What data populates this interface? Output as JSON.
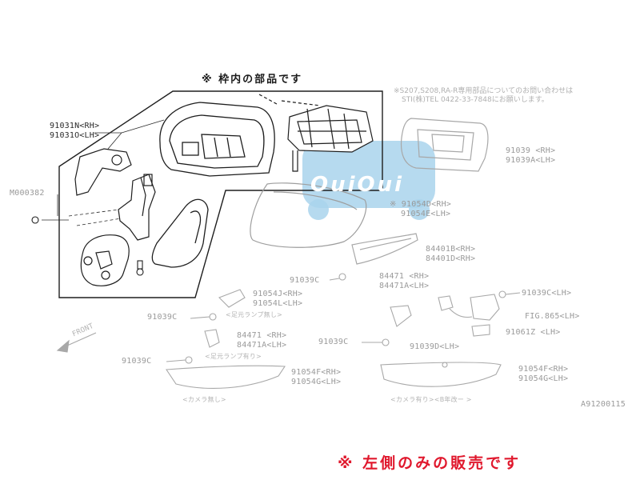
{
  "heading": "※ 枠内の部品です",
  "notice": {
    "text": "※ 左側のみの販売です",
    "color": "#e0182d"
  },
  "note": {
    "line1": "※S207,S208,RA-R専用部品についてのお問い合わせは",
    "line2": "STI(株)TEL 0422-33-7848にお願いします。"
  },
  "watermark": "OuiOui",
  "colors": {
    "line_dark": "#2a2a2a",
    "line_grey": "#a8a8a8",
    "watermark_blue": "#a9d3ec"
  },
  "labels": {
    "p91031n": "91031N<RH>",
    "p91031o": "91031O<LH>",
    "m000382": "M000382",
    "p91039": "91039 <RH>",
    "p91039a": "91039A<LH>",
    "p91054d": "※ 91054D<RH>",
    "p91054e": "91054E<LH>",
    "p84401b": "84401B<RH>",
    "p84401d": "84401D<RH>",
    "p91039c_a": "91039C",
    "p84471_a": "84471 <RH>",
    "p84471a_a": "84471A<LH>",
    "p91039c_lh": "91039C<LH>",
    "p91054j": "91054J<RH>",
    "p91054l": "91054L<LH>",
    "p91039c_b": "91039C",
    "foot_lamp_none": "<足元ランプ無し>",
    "fig865": "FIG.865<LH>",
    "p91061z": "91061Z <LH>",
    "front": "FRONT",
    "p84471_b": "84471 <RH>",
    "p84471a_b": "84471A<LH>",
    "p91039c_c": "91039C",
    "foot_lamp_with": "<足元ランプ有り>",
    "p91039c_d": "91039C",
    "p91039d": "91039D<LH>",
    "p91054f_a": "91054F<RH>",
    "p91054g_a": "91054G<LH>",
    "p91054f_b": "91054F<RH>",
    "p91054g_b": "91054G<LH>",
    "camera_none": "<カメラ無し>",
    "camera_with": "<カメラ有り><B年改ー >",
    "diagram_id": "A91200115"
  }
}
